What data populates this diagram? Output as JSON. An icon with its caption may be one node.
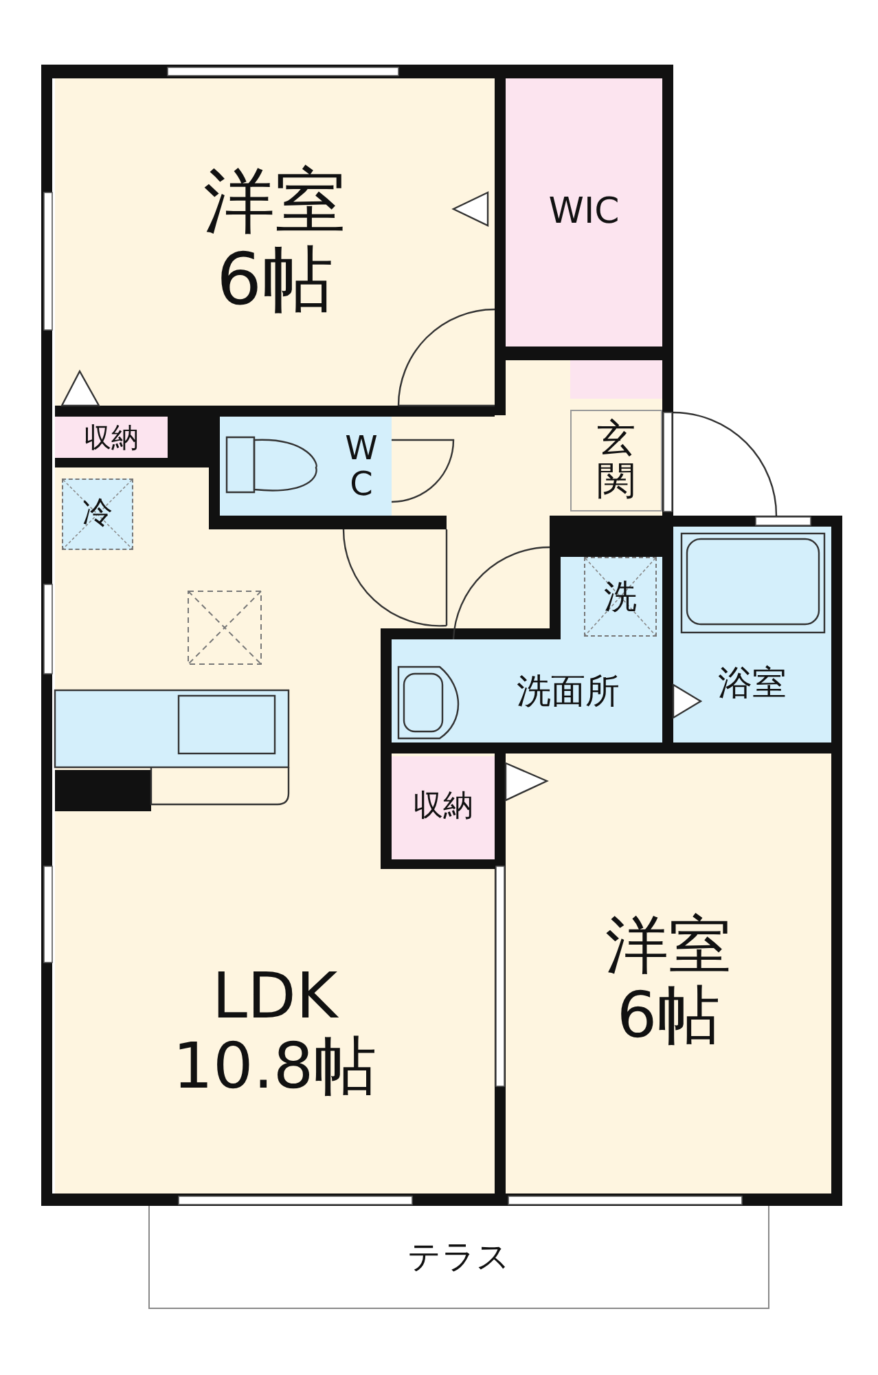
{
  "diagram": {
    "nodes": [
      {
        "text": [
          "洋室6帖"
        ]
      },
      {
        "text": [
          "WIC"
        ]
      },
      {
        "text": [
          "収納"
        ]
      },
      {
        "text": [
          "冷"
        ]
      },
      {
        "text": [
          "W C"
        ]
      },
      {
        "text": [
          "玄関"
        ]
      },
      {
        "text": [
          "洗"
        ]
      },
      {
        "text": [
          "洗面所"
        ]
      },
      {
        "text": [
          "浴室"
        ]
      },
      {
        "text": [
          "収納"
        ]
      },
      {
        "text": [
          "LDK 10.8帖"
        ]
      },
      {
        "text": [
          "洋室6帖"
        ]
      },
      {
        "text": [
          "テラス"
        ]
      }
    ]
  }
}
